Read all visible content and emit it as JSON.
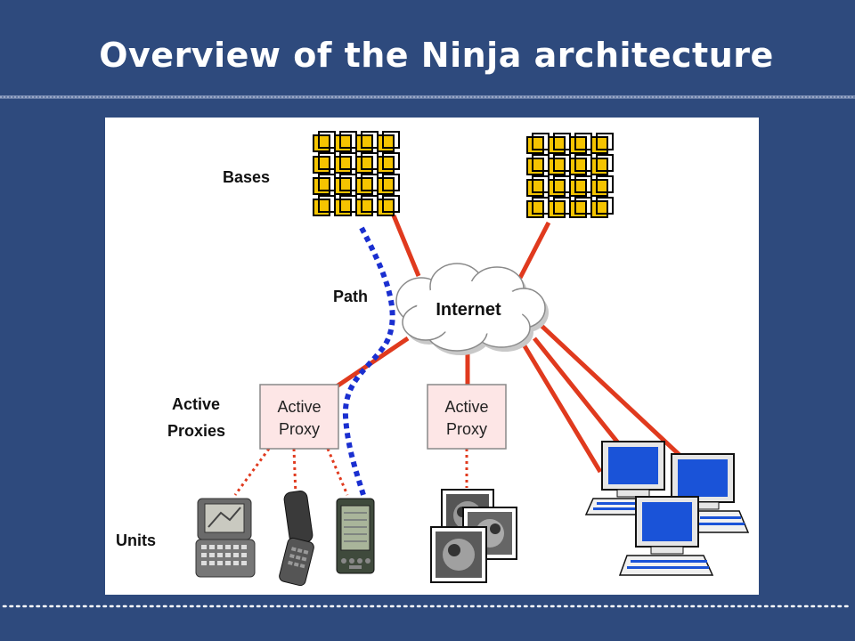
{
  "slide": {
    "title": "Overview of the Ninja architecture"
  },
  "diagram": {
    "labels": {
      "bases": "Bases",
      "path": "Path",
      "active_proxies_line1": "Active",
      "active_proxies_line2": "Proxies",
      "units": "Units"
    },
    "internet_label": "Internet",
    "proxy_left": {
      "line1": "Active",
      "line2": "Proxy"
    },
    "proxy_right": {
      "line1": "Active",
      "line2": "Proxy"
    }
  },
  "colors": {
    "background": "#2e4a7d",
    "base_fill": "#f5c400",
    "link_red": "#e03a1e",
    "path_blue": "#1a2fd0",
    "proxy_fill": "#fde6e6",
    "monitor_blue": "#1a53d8"
  }
}
